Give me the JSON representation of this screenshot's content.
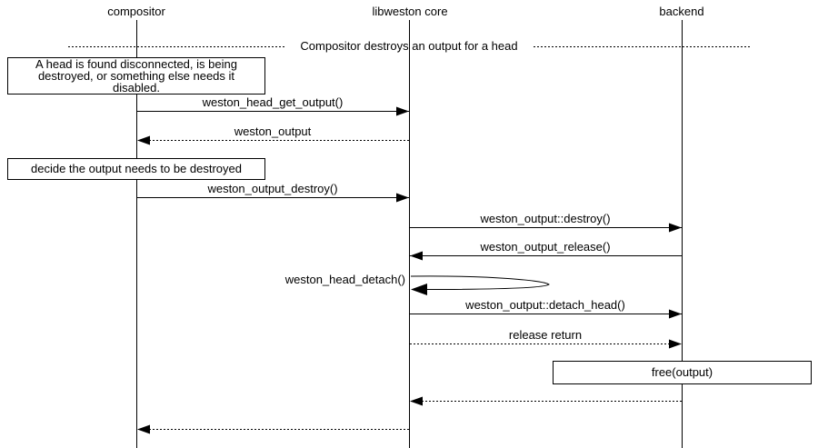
{
  "diagram": {
    "separator_title": "Compositor destroys an output for a head",
    "participants": [
      "compositor",
      "libweston core",
      "backend"
    ],
    "notes": {
      "head_disconnected": {
        "lines": [
          "A head is found disconnected, is being",
          "destroyed, or something else needs it",
          "disabled."
        ]
      },
      "decide_destroy": "decide the output needs to be destroyed",
      "free_output": "free(output)"
    },
    "messages": {
      "head_get_output": "weston_head_get_output()",
      "weston_output_return": "weston_output",
      "output_destroy": "weston_output_destroy()",
      "output_destroy_vfunc": "weston_output::destroy()",
      "output_release": "weston_output_release()",
      "head_detach": "weston_head_detach()",
      "detach_head_vfunc": "weston_output::detach_head()",
      "release_return": "release return"
    },
    "colors": {
      "line": "#000000",
      "background": "#ffffff",
      "text": "#000000"
    }
  }
}
